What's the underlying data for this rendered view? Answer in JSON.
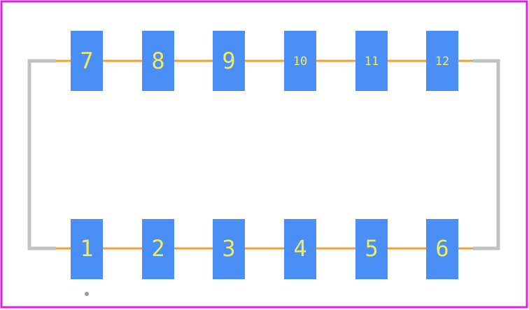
{
  "colors": {
    "board_outline": "#E61CE6",
    "pad_fill": "#4A8EF7",
    "pad_label": "#F2EC5C",
    "silkscreen": "#C2C2C2",
    "trace": "#F2A02E",
    "origin_marker": "#9A9A9A"
  },
  "pads": {
    "top_row": [
      {
        "label": "7"
      },
      {
        "label": "8"
      },
      {
        "label": "9"
      },
      {
        "label": "10"
      },
      {
        "label": "11"
      },
      {
        "label": "12"
      }
    ],
    "bottom_row": [
      {
        "label": "1"
      },
      {
        "label": "2"
      },
      {
        "label": "3"
      },
      {
        "label": "4"
      },
      {
        "label": "5"
      },
      {
        "label": "6"
      }
    ]
  }
}
